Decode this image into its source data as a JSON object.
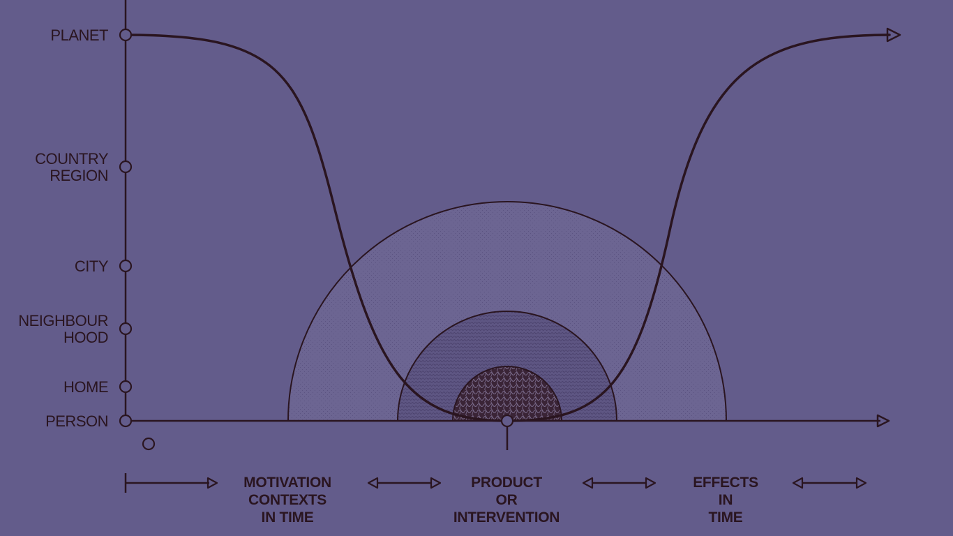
{
  "colors": {
    "background": "#635c8b",
    "ink": "#2a1520",
    "outer_zone": "#6c6592",
    "middle_zone": "#5e5683",
    "core_zone": "#3a2436"
  },
  "scale_levels": [
    {
      "id": "planet",
      "lines": [
        "PLANET"
      ]
    },
    {
      "id": "country-region",
      "lines": [
        "COUNTRY",
        "REGION"
      ]
    },
    {
      "id": "city",
      "lines": [
        "CITY"
      ]
    },
    {
      "id": "neighbourhood",
      "lines": [
        "NEIGHBOUR",
        "HOOD"
      ]
    },
    {
      "id": "home",
      "lines": [
        "HOME"
      ]
    },
    {
      "id": "person",
      "lines": [
        "PERSON"
      ]
    }
  ],
  "phases": [
    {
      "id": "motivation",
      "lines": [
        "MOTIVATION",
        "CONTEXTS",
        "IN TIME"
      ]
    },
    {
      "id": "product",
      "lines": [
        "PRODUCT",
        "OR",
        "INTERVENTION"
      ]
    },
    {
      "id": "effects",
      "lines": [
        "EFFECTS",
        "IN",
        "TIME"
      ]
    }
  ]
}
